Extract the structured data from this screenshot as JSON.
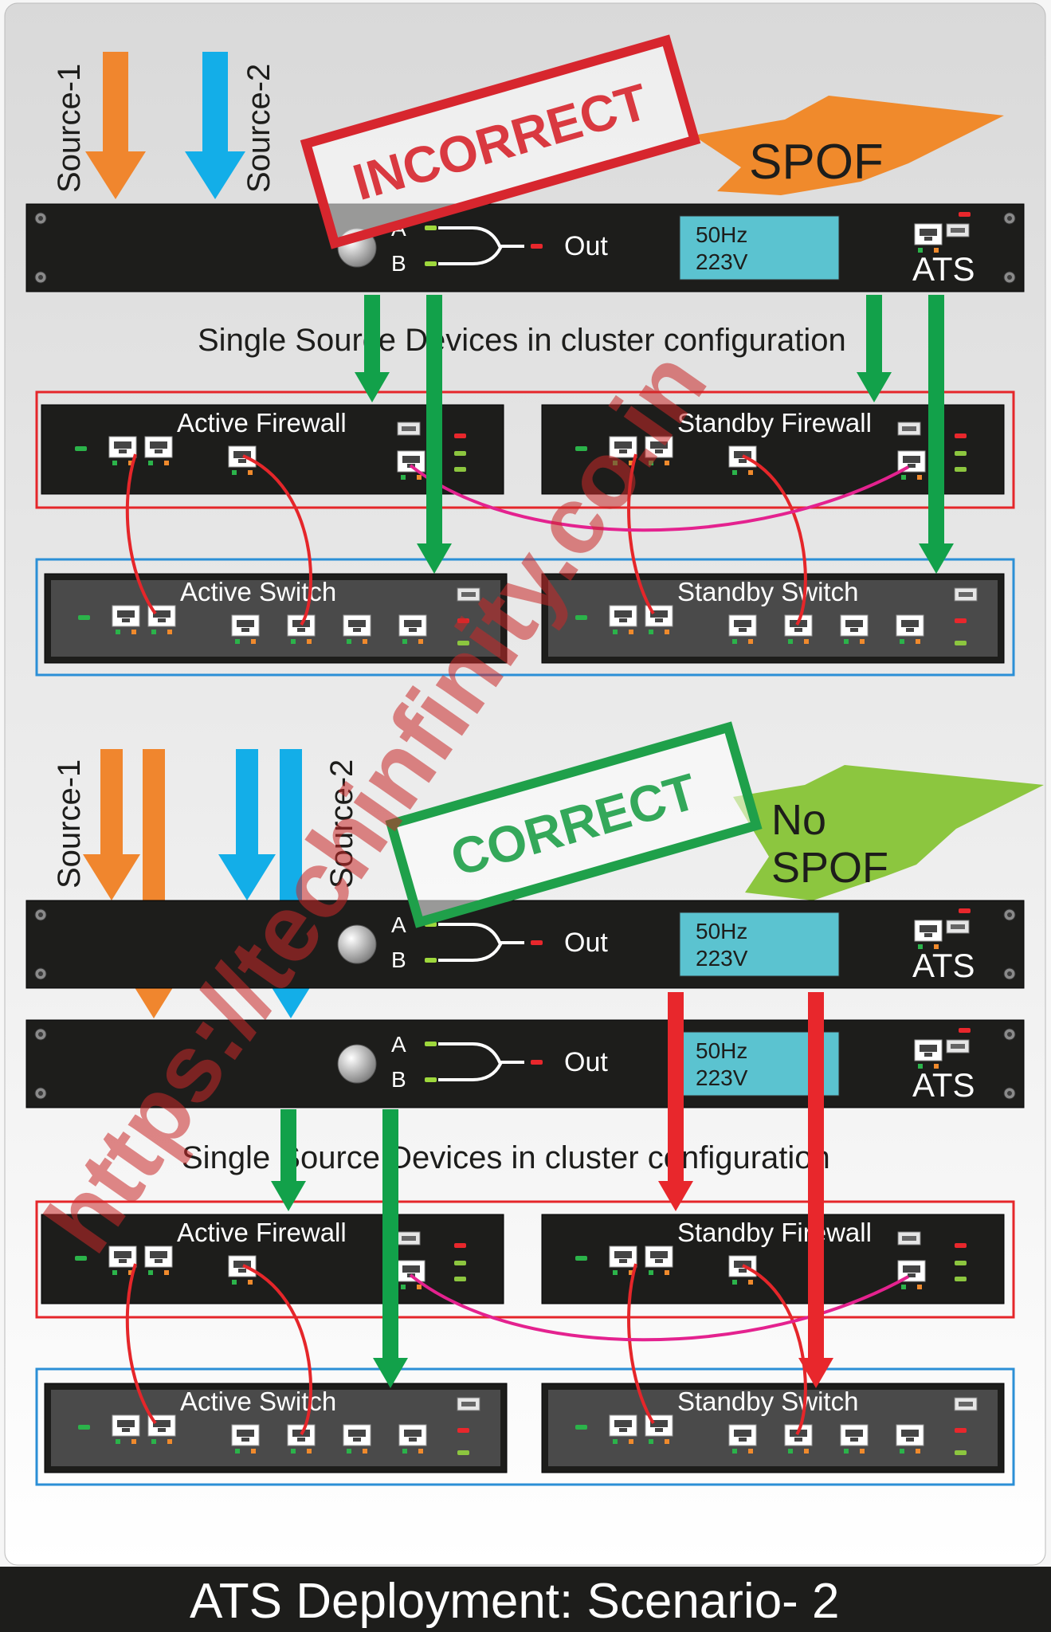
{
  "title": "ATS Deployment: Scenario- 2",
  "watermark": "https://techinfinity.co.in",
  "colors": {
    "source1": "#f0862e",
    "source2": "#13aee8",
    "power_ok": "#12a14a",
    "power_bad": "#e8272c",
    "cable": "#e5262a",
    "hsync": "#e4228f",
    "firewall_group": "#e5262a",
    "switch_group": "#2b8fd6",
    "incorrect": "#d7262e",
    "correct": "#1fa04a",
    "spof_burst": "#f08a2c",
    "nospof_burst": "#8cc63f",
    "display": "#5bc3d0"
  },
  "sections": [
    {
      "stamp": "INCORRECT",
      "burst": [
        "SPOF"
      ],
      "sources": [
        "Source-1",
        "Source-2"
      ],
      "ats_units": [
        {
          "input_a": "A",
          "input_b": "B",
          "output": "Out",
          "display": [
            "50Hz",
            "223V"
          ],
          "label": "ATS"
        }
      ],
      "caption": "Single Source Devices in cluster configuration",
      "devices": {
        "fw_active": "Active Firewall",
        "fw_standby": "Standby Firewall",
        "sw_active": "Active Switch",
        "sw_standby": "Standby Switch"
      }
    },
    {
      "stamp": "CORRECT",
      "burst": [
        "No",
        "SPOF"
      ],
      "sources": [
        "Source-1",
        "Source-2"
      ],
      "ats_units": [
        {
          "input_a": "A",
          "input_b": "B",
          "output": "Out",
          "display": [
            "50Hz",
            "223V"
          ],
          "label": "ATS"
        },
        {
          "input_a": "A",
          "input_b": "B",
          "output": "Out",
          "display": [
            "50Hz",
            "223V"
          ],
          "label": "ATS"
        }
      ],
      "caption": "Single Source Devices in cluster configuration",
      "devices": {
        "fw_active": "Active Firewall",
        "fw_standby": "Standby Firewall",
        "sw_active": "Active Switch",
        "sw_standby": "Standby Switch"
      }
    }
  ]
}
